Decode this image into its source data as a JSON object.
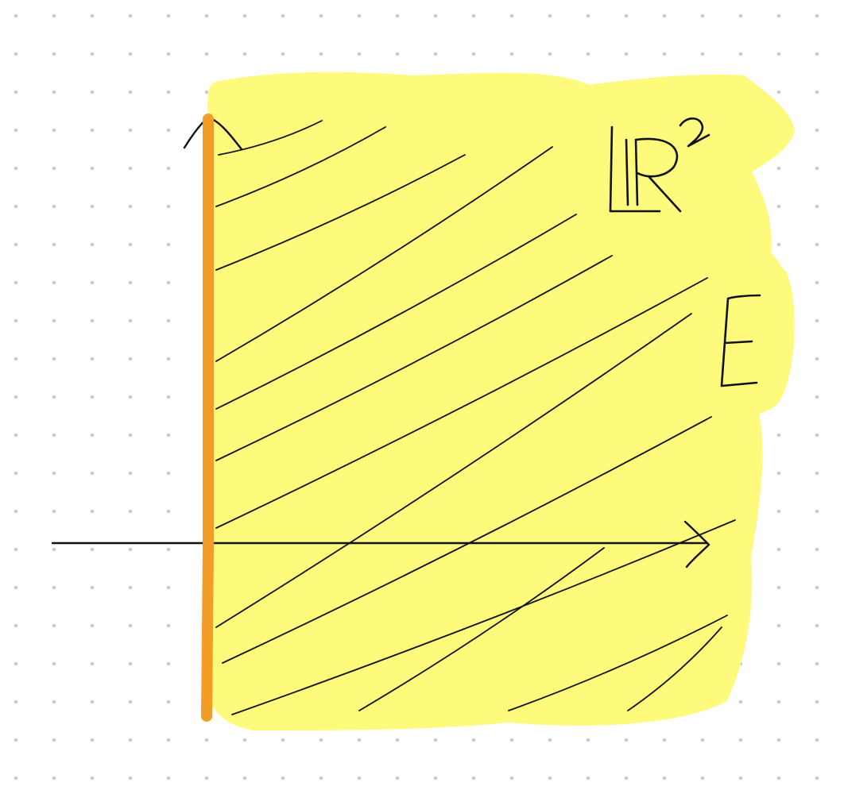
{
  "colors": {
    "background": "#ffffff",
    "dot_grid": "#c9c9c9",
    "highlight": "#fdfa7c",
    "halfplane_boundary": "#f39c28",
    "ink": "#111111"
  },
  "labels": {
    "space": "ℝ²",
    "set": "E"
  },
  "icons": {
    "x_axis_arrow": "arrowhead-right",
    "y_axis_arrow": "arrowhead-up"
  }
}
